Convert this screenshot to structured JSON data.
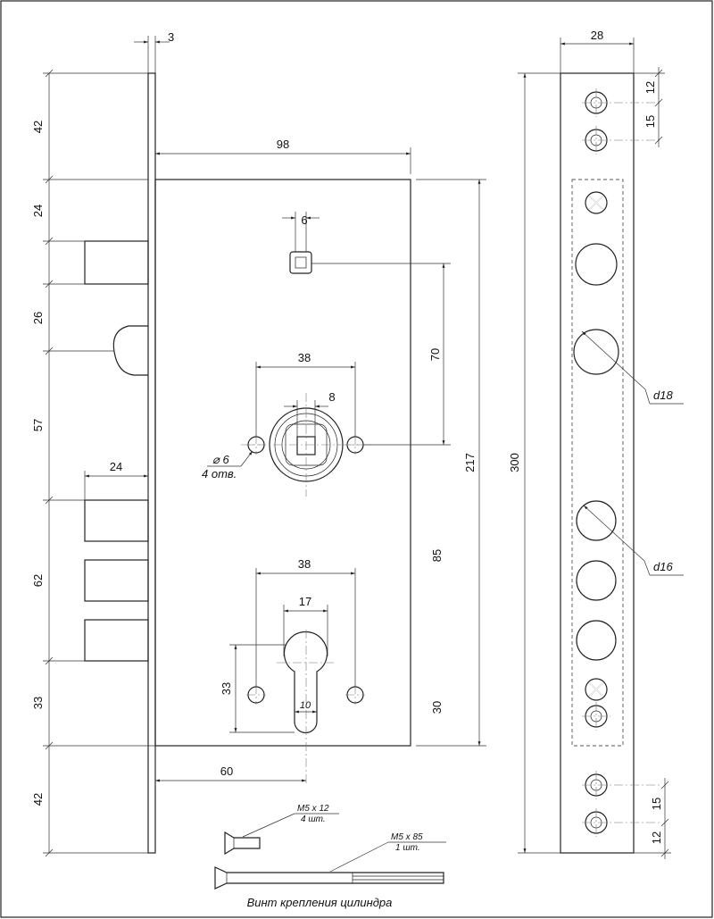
{
  "dims": {
    "faceplate_thickness": "3",
    "top_offset": "42",
    "bolt_top_offset": "24",
    "bolt_to_latch": "26",
    "latch_to_bolts": "57",
    "bolts_span": "62",
    "bolts_to_bottom": "33",
    "bottom_offset": "42",
    "bolt_length": "24",
    "case_width": "98",
    "spindle_square": "6",
    "spindle_to_follower": "70",
    "case_height": "217",
    "follower_holes_spacing": "38",
    "follower_square": "8",
    "follower_to_cylinder": "85",
    "cylinder_holes_spacing": "38",
    "cylinder_width": "17",
    "cylinder_height": "33",
    "cylinder_slot": "10",
    "cylinder_to_bottom": "30",
    "backset": "60",
    "strike_width": "28",
    "strike_hole_top": "12",
    "strike_hole_pitch_top": "15",
    "strike_height": "300",
    "strike_hole_pitch_bottom": "15",
    "strike_hole_bottom": "12"
  },
  "labels": {
    "holes_diameter": "⌀ 6",
    "holes_count": "4 отв.",
    "large_hole_diameter": "d18",
    "small_hole_diameter": "d16",
    "screw_short_size": "M5 x 12",
    "screw_short_count": "4 шт.",
    "screw_long_size": "M5 x 85",
    "screw_long_count": "1 шт.",
    "cylinder_screw_caption": "Винт крепления цилиндра"
  }
}
